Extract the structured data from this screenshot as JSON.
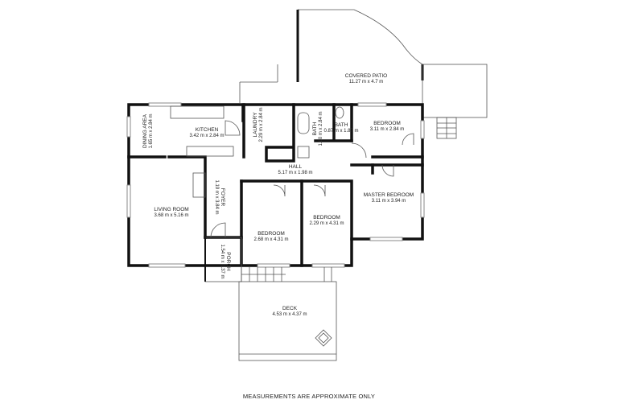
{
  "rooms": [
    {
      "name": "COVERED PATIO",
      "size": "11.27 m x 4.7 m"
    },
    {
      "name": "DINING AREA",
      "size": "1.65 m x 2.84 m"
    },
    {
      "name": "KITCHEN",
      "size": "3.42 m x 2.84 m"
    },
    {
      "name": "LAUNDRY",
      "size": "2.29 m x 2.84 m"
    },
    {
      "name": "BATH",
      "size": "1.60 m x 2.84 m"
    },
    {
      "name": "BATH",
      "size": "0.87 m x 1.87 m"
    },
    {
      "name": "BEDROOM",
      "size": "3.11 m x 2.84 m"
    },
    {
      "name": "HALL",
      "size": "5.17 m x 1.98 m"
    },
    {
      "name": "MASTER BEDROOM",
      "size": "3.11 m x 3.94 m"
    },
    {
      "name": "LIVING ROOM",
      "size": "3.68 m x 5.16 m"
    },
    {
      "name": "FOYER",
      "size": "1.19 m x 3.84 m"
    },
    {
      "name": "BEDROOM",
      "size": "2.29 m x 4.31 m"
    },
    {
      "name": "BEDROOM",
      "size": "2.68 m x 4.31 m"
    },
    {
      "name": "PORCH",
      "size": "1.54 m x 2.37 m"
    },
    {
      "name": "DECK",
      "size": "4.53 m x 4.37 m"
    }
  ],
  "footer": "MEASUREMENTS ARE APPROXIMATE ONLY"
}
